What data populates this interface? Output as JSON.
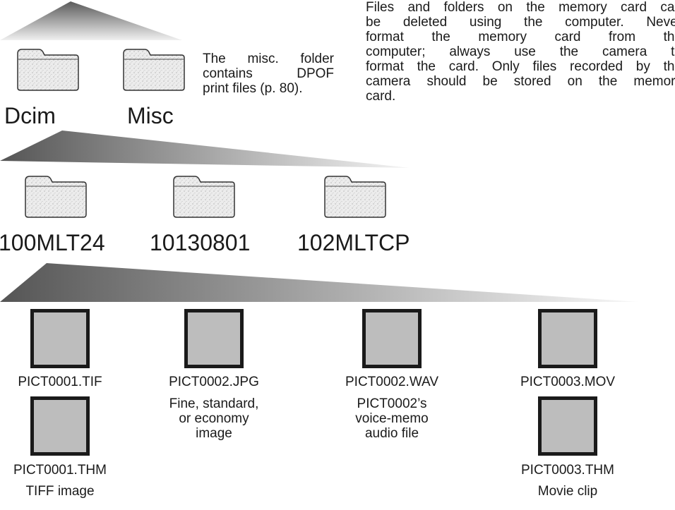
{
  "colors": {
    "wedge_dark": "#5a5a5a",
    "wedge_light": "#f2f2f2",
    "thumb_fill": "#bdbdbd",
    "thumb_border": "#1a1a1a",
    "folder_fill": "#e9e9e9",
    "folder_stroke": "#333333"
  },
  "root_folders": [
    {
      "name": "Dcim",
      "icon": "folder-icon"
    },
    {
      "name": "Misc",
      "icon": "folder-icon"
    }
  ],
  "misc_note": [
    "The misc. folder",
    "contains DPOF",
    "print files (p. 80)."
  ],
  "main_note": [
    "Files and folders on the memory card can",
    "be deleted using the computer. Never",
    "format the memory card from the",
    "computer; always use the camera to",
    "format the card. Only files recorded by the",
    "camera should be stored on the memory",
    "card."
  ],
  "sub_folders": [
    {
      "name": "100MLT24",
      "icon": "folder-icon"
    },
    {
      "name": "10130801",
      "icon": "folder-icon"
    },
    {
      "name": "102MLTCP",
      "icon": "folder-icon"
    }
  ],
  "files": [
    {
      "name": "PICT0001.TIF",
      "icon": "image-file-icon"
    },
    {
      "name": "PICT0002.JPG",
      "icon": "image-file-icon"
    },
    {
      "name": "PICT0002.WAV",
      "icon": "audio-file-icon"
    },
    {
      "name": "PICT0003.MOV",
      "icon": "movie-file-icon"
    }
  ],
  "thumb_files": [
    {
      "name": "PICT0001.THM",
      "icon": "thumbnail-file-icon"
    },
    {
      "name": "PICT0003.THM",
      "icon": "thumbnail-file-icon"
    }
  ],
  "descriptions": {
    "tiff": "TIFF image",
    "jpg": [
      "Fine, standard,",
      "or economy",
      "image"
    ],
    "wav": [
      "PICT0002’s",
      "voice-memo",
      "audio file"
    ],
    "mov": "Movie clip"
  }
}
